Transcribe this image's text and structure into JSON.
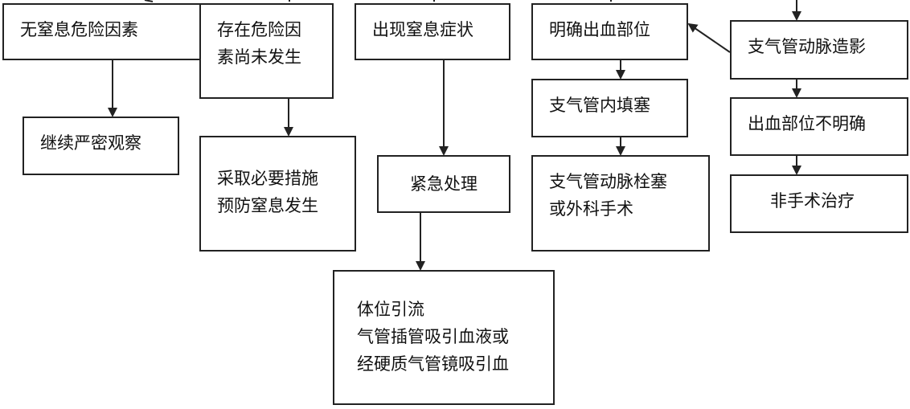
{
  "nodes": {
    "no_risk": "无窒息危险因素",
    "keep_observe": "继续严密观察",
    "risk_not_occurred": [
      "存在危险因",
      "素尚未发生"
    ],
    "prevent": [
      "采取必要措施",
      "预防窒息发生"
    ],
    "symptoms": "出现窒息症状",
    "emergency": "紧急处理",
    "treatment": [
      "体位引流",
      "气管插管吸引血液或",
      "经硬质气管镜吸引血"
    ],
    "site_clear": "明确出血部位",
    "bronchial_tamponade": "支气管内填塞",
    "embolization_surgery": [
      "支气管动脉栓塞",
      "或外科手术"
    ],
    "angiography": "支气管动脉造影",
    "site_unclear": "出血部位不明确",
    "nonsurgical": "非手术治疗"
  },
  "colors": {
    "stroke": "#222222",
    "text": "#111111",
    "background": "#ffffff"
  }
}
